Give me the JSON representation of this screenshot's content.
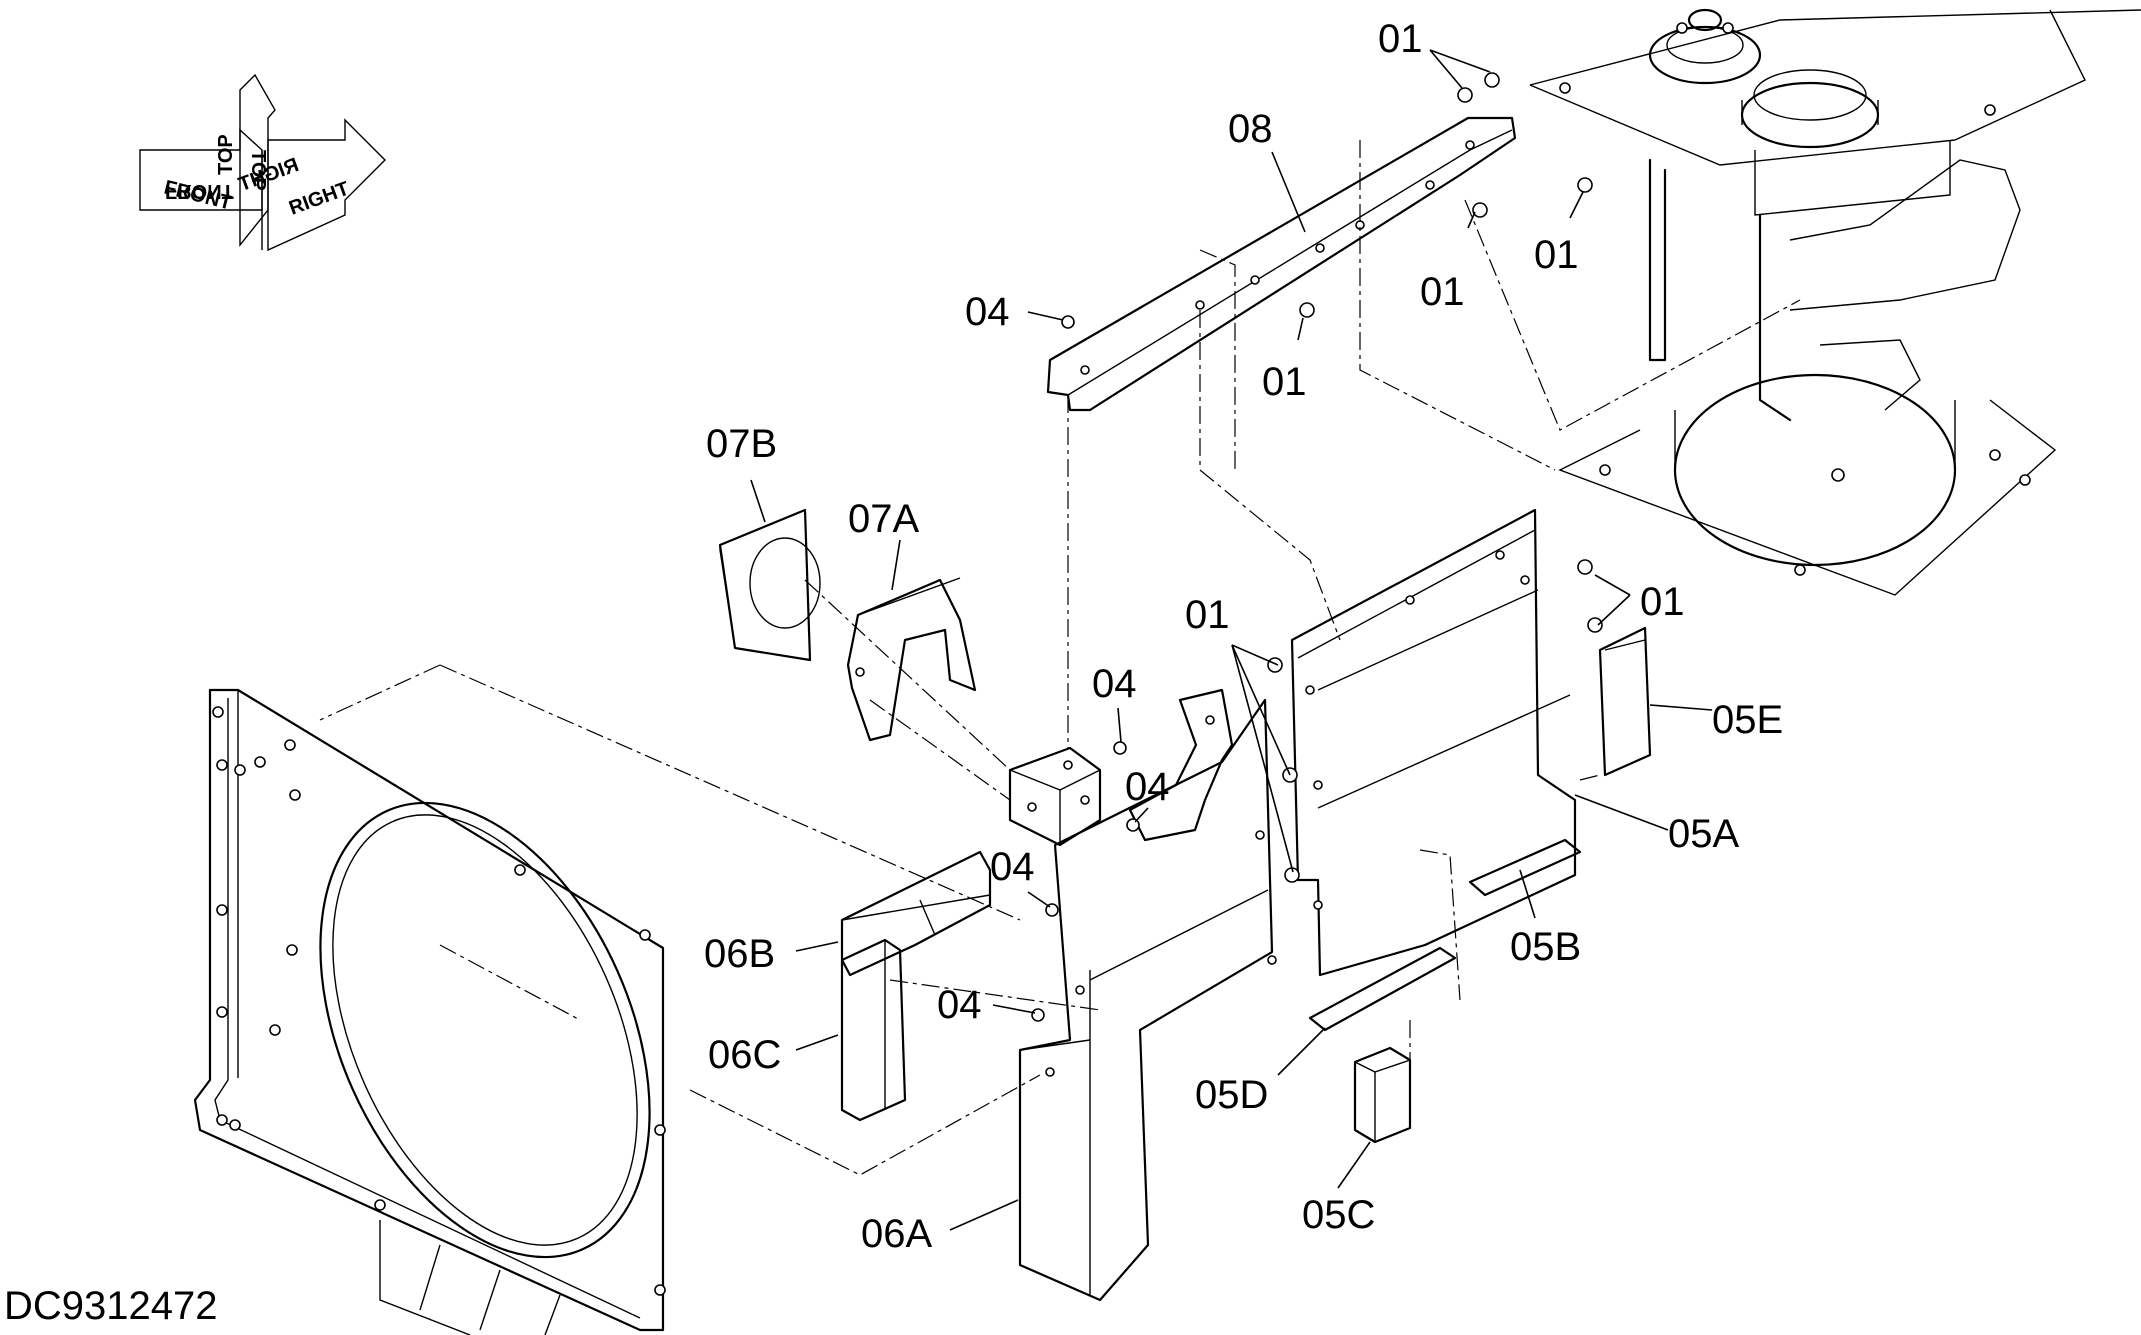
{
  "drawing_id": "DC9312472",
  "orientation": {
    "top": "TOP",
    "front": "FRONT",
    "right": "RIGHT"
  },
  "callouts": {
    "c01a": "01",
    "c01b": "01",
    "c01c": "01",
    "c01d": "01",
    "c01e": "01",
    "c01f": "01",
    "c08": "08",
    "c04a": "04",
    "c04b": "04",
    "c04c": "04",
    "c04d": "04",
    "c04e": "04",
    "c07b": "07B",
    "c07a": "07A",
    "c05e": "05E",
    "c05a": "05A",
    "c05b": "05B",
    "c05d": "05D",
    "c05c": "05C",
    "c06b": "06B",
    "c06c": "06C",
    "c06a": "06A"
  }
}
